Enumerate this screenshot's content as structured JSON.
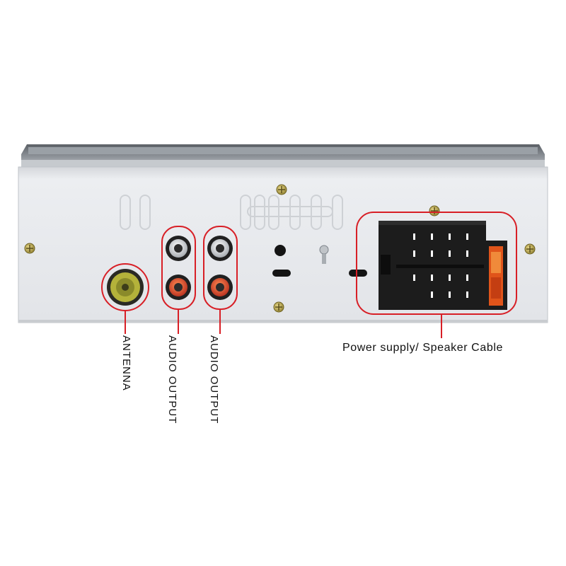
{
  "labels": {
    "antenna": "ANTENNA",
    "audio_output_1": "AUDIO OUTPUT",
    "audio_output_2": "AUDIO OUTPUT",
    "power_speaker": "Power supply/ Speaker Cable"
  },
  "colors": {
    "highlight": "#d81f26",
    "panel": "#e9eaed",
    "connector": "#1c1c1c",
    "fuse": "#e0541a",
    "antenna_jack": "#b4b23a"
  },
  "icons": [
    "screw-icon",
    "rca-jack-icon",
    "antenna-jack-icon",
    "iso-connector-icon",
    "fuse-icon"
  ]
}
